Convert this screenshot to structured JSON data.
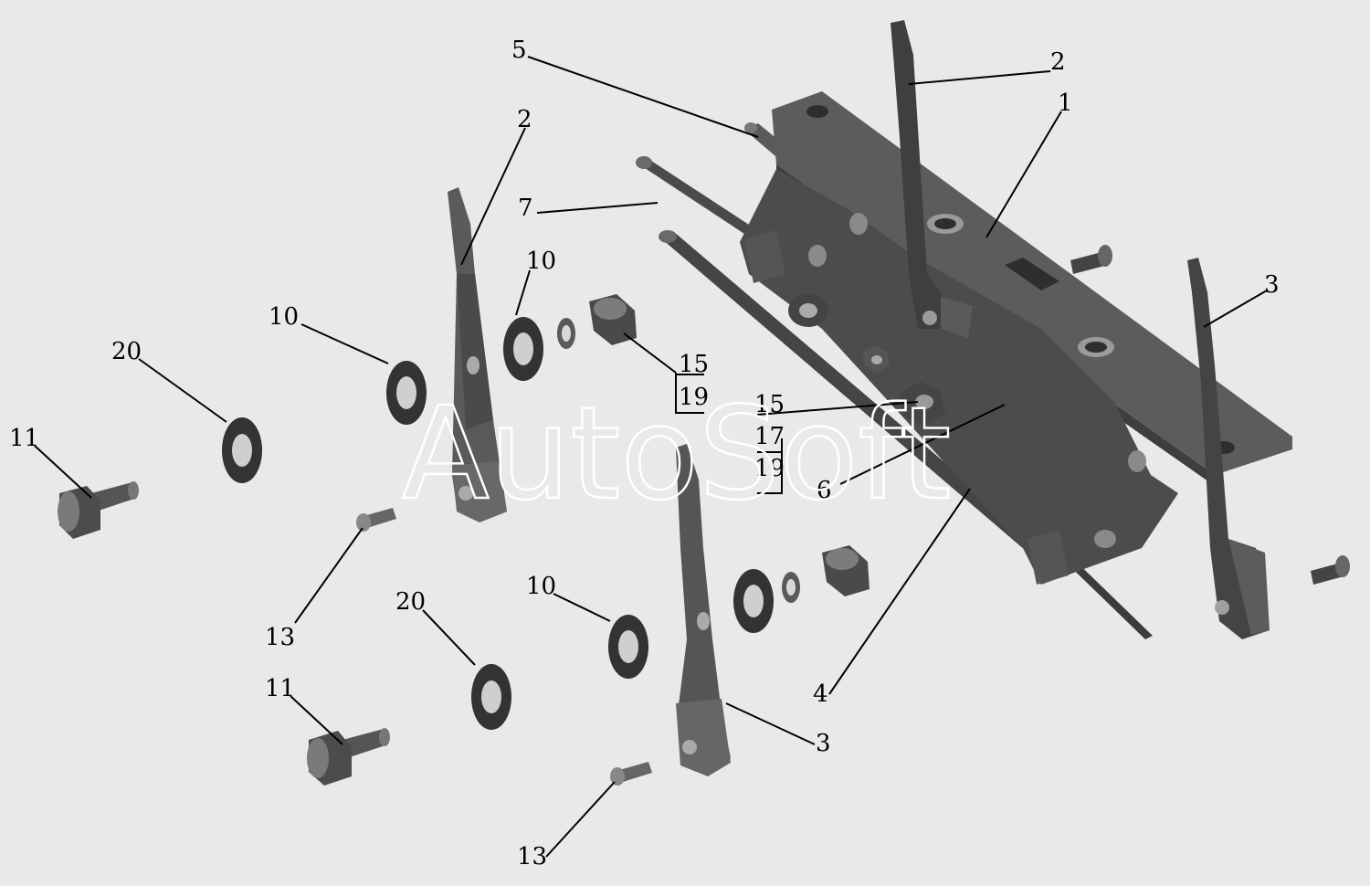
{
  "watermark": "AutoSoft",
  "colors": {
    "background": "#e9e9e9",
    "part_fill": "#545454",
    "part_light": "#767676",
    "part_dark": "#333333",
    "leader": "#000000"
  },
  "callouts": {
    "c1": "1",
    "c2a": "2",
    "c2b": "2",
    "c3a": "3",
    "c3b": "3",
    "c4": "4",
    "c5": "5",
    "c6": "6",
    "c7": "7",
    "c10a": "10",
    "c10b": "10",
    "c10c": "10",
    "c11a": "11",
    "c11b": "11",
    "c13a": "13",
    "c13b": "13",
    "c15a": "15",
    "c19a": "19",
    "c15b": "15",
    "c17b": "17",
    "c19b": "19",
    "c20a": "20",
    "c20b": "20"
  }
}
